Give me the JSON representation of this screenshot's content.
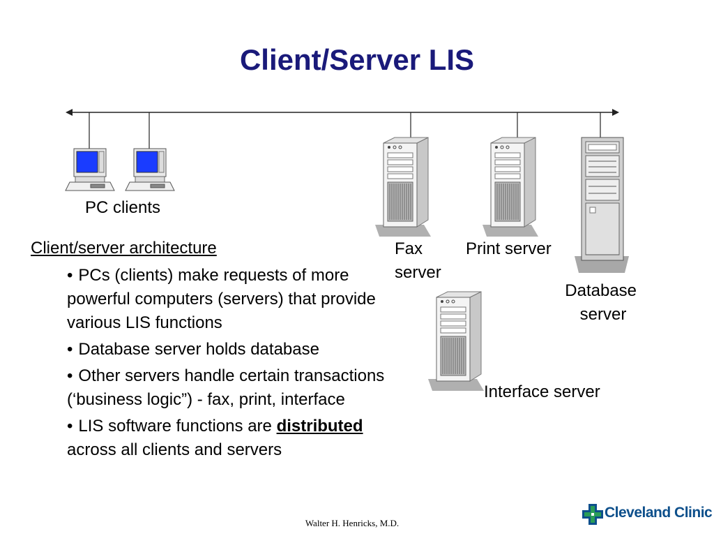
{
  "slide": {
    "title": "Client/Server LIS"
  },
  "network": {
    "nodes": [
      {
        "id": "pc-clients",
        "label": "PC clients"
      },
      {
        "id": "fax-server",
        "label_lines": [
          "Fax",
          "server"
        ]
      },
      {
        "id": "print-server",
        "label": "Print server"
      },
      {
        "id": "database-server",
        "label_lines": [
          "Database",
          "server"
        ]
      },
      {
        "id": "interface-server",
        "label": "Interface server"
      }
    ]
  },
  "content": {
    "heading": "Client/server architecture",
    "bullets": [
      {
        "text": "PCs (clients) make requests of more powerful computers (servers) that provide various LIS functions"
      },
      {
        "text": "Database server holds database"
      },
      {
        "text": "Other servers handle certain transactions (‘business logic”) - fax, print, interface"
      },
      {
        "text_before": "LIS software functions are ",
        "emphasis": "distributed",
        "text_after": " across all clients and servers"
      }
    ]
  },
  "footer": {
    "author": "Walter H. Henricks, M.D.",
    "logo_text": "Cleveland Clinic"
  },
  "colors": {
    "title": "#1a1a7a",
    "monitor_screen": "#1a3cff",
    "logo_blue": "#0d4f8b",
    "logo_green": "#2a9d57"
  }
}
